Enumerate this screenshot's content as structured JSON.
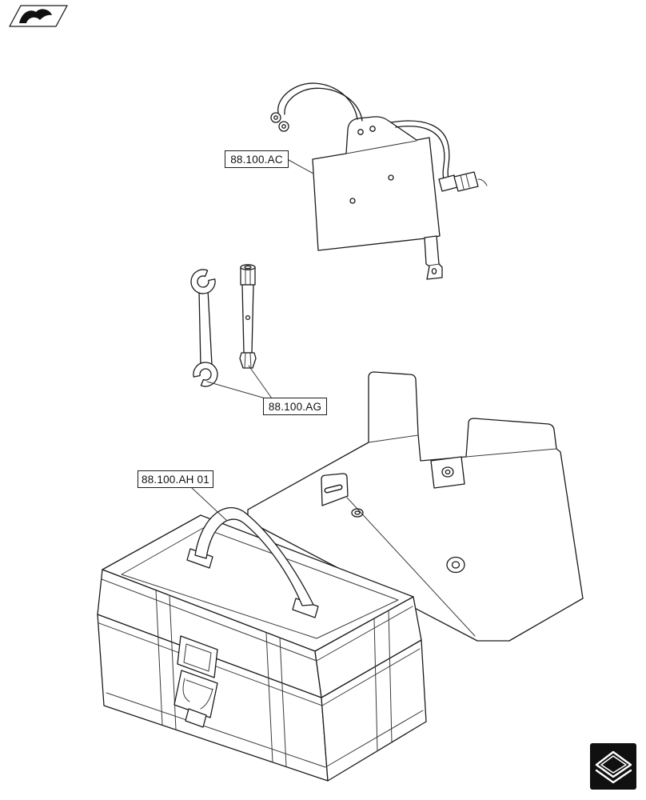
{
  "colors": {
    "background": "#ffffff",
    "line": "#1b1b1b"
  },
  "callouts": [
    {
      "id": "ac",
      "label": "88.100.AC"
    },
    {
      "id": "ag",
      "label": "88.100.AG"
    },
    {
      "id": "ah",
      "label": "88.100.AH 01"
    }
  ],
  "parts": [
    {
      "name": "battery-cable-bracket"
    },
    {
      "name": "open-end-wrench"
    },
    {
      "name": "socket-wrench-bar"
    },
    {
      "name": "support-plate"
    },
    {
      "name": "toolbox"
    }
  ],
  "icons": {
    "top_left": "brand-hand-icon",
    "bottom_right": "manual-book-icon"
  }
}
